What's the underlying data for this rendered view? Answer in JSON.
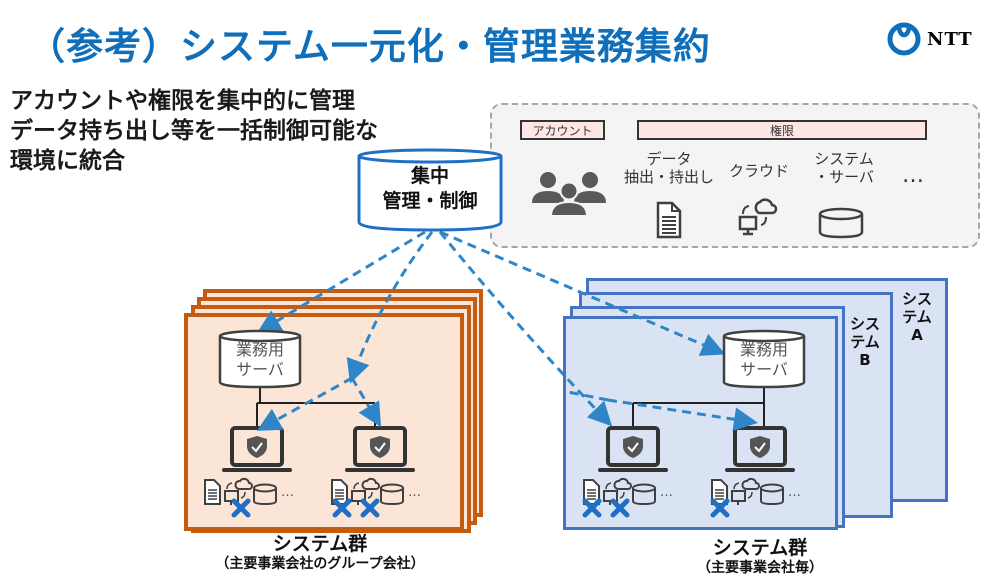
{
  "title": "（参考）システム一元化・管理業務集約",
  "logo": {
    "icon": "ntt-logo-icon",
    "text": "NTT"
  },
  "description": [
    "アカウントや権限を集中的に管理",
    "データ持ち出し等を一括制御可能な",
    "環境に統合"
  ],
  "central": {
    "line1": "集中",
    "line2": "管理・制御"
  },
  "auth_panel": {
    "account_label": "アカウント",
    "permission_label": "権限",
    "items": [
      {
        "icon": "users-icon",
        "label": ""
      },
      {
        "icon": "document-icon",
        "label_lines": [
          "データ",
          "抽出・持出し"
        ]
      },
      {
        "icon": "cloud-sync-icon",
        "label_lines": [
          "クラウド"
        ]
      },
      {
        "icon": "database-icon",
        "label_lines": [
          "システム",
          "・サーバ"
        ]
      },
      {
        "icon": "ellipsis-icon",
        "label": "…"
      }
    ]
  },
  "groups": [
    {
      "id": "group-company",
      "title": "システム群",
      "subtitle": "（主要事業会社のグループ会社）",
      "server_label": [
        "業務用",
        "サーバ"
      ],
      "color": "#c55a11",
      "fill": "#fbe5d6"
    },
    {
      "id": "group-business",
      "title": "システム群",
      "subtitle": "（主要事業会社毎）",
      "server_label": [
        "業務用",
        "サーバ"
      ],
      "system_labels": [
        {
          "lines": [
            "シス",
            "テム",
            "A"
          ]
        },
        {
          "lines": [
            "シス",
            "テム",
            "B"
          ]
        }
      ],
      "color": "#4472c4",
      "fill": "#dae3f3"
    }
  ],
  "endpoint_ellipsis": "…",
  "colors": {
    "title": "#0f6fbb",
    "arrow": "#2e86c8",
    "block": "#1f6fc4"
  }
}
